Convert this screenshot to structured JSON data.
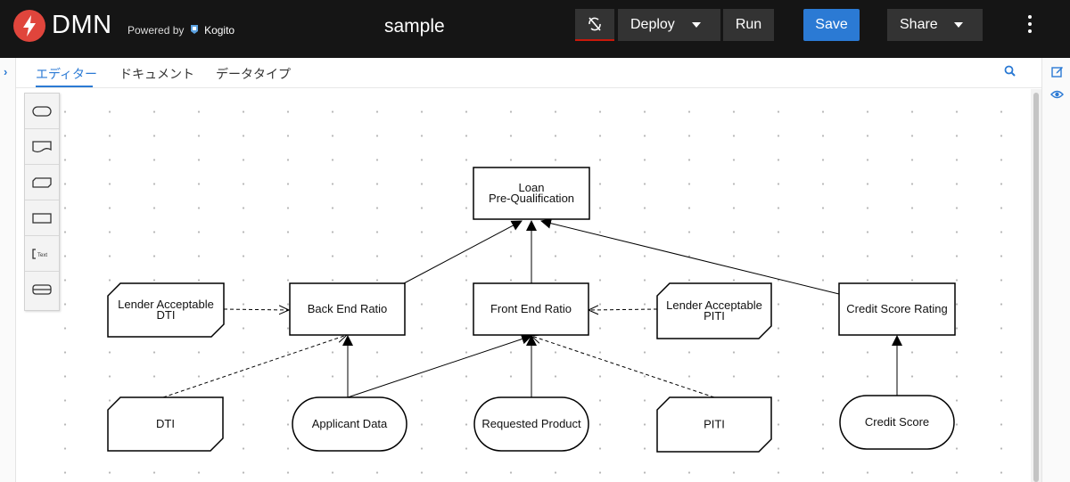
{
  "header": {
    "brand": "DMN",
    "powered_by": "Powered by",
    "kogito": "Kogito",
    "title": "sample",
    "deploy_label": "Deploy",
    "run_label": "Run",
    "save_label": "Save",
    "share_label": "Share"
  },
  "tabs": [
    {
      "label": "エディター",
      "active": true
    },
    {
      "label": "ドキュメント",
      "active": false
    },
    {
      "label": "データタイプ",
      "active": false
    }
  ],
  "palette": {
    "items": [
      "input-data",
      "knowledge-source",
      "business-knowledge-model",
      "decision",
      "text-annotation",
      "decision-service"
    ]
  },
  "diagram": {
    "nodes": [
      {
        "id": "loan",
        "type": "decision",
        "lines": [
          "Loan",
          "Pre-Qualification"
        ]
      },
      {
        "id": "back_end_ratio",
        "type": "decision",
        "lines": [
          "Back End Ratio"
        ]
      },
      {
        "id": "front_end_ratio",
        "type": "decision",
        "lines": [
          "Front End Ratio"
        ]
      },
      {
        "id": "credit_score_rating",
        "type": "decision",
        "lines": [
          "Credit Score Rating"
        ]
      },
      {
        "id": "lender_dti",
        "type": "knowledge-source",
        "lines": [
          "Lender Acceptable",
          "DTI"
        ]
      },
      {
        "id": "lender_piti",
        "type": "knowledge-source",
        "lines": [
          "Lender Acceptable",
          "PITI"
        ]
      },
      {
        "id": "dti",
        "type": "knowledge-source",
        "lines": [
          "DTI"
        ]
      },
      {
        "id": "piti",
        "type": "knowledge-source",
        "lines": [
          "PITI"
        ]
      },
      {
        "id": "applicant_data",
        "type": "input-data",
        "lines": [
          "Applicant Data"
        ]
      },
      {
        "id": "requested_product",
        "type": "input-data",
        "lines": [
          "Requested Product"
        ]
      },
      {
        "id": "credit_score",
        "type": "input-data",
        "lines": [
          "Credit Score"
        ]
      }
    ],
    "edges": [
      {
        "from": "back_end_ratio",
        "to": "loan",
        "kind": "information"
      },
      {
        "from": "front_end_ratio",
        "to": "loan",
        "kind": "information"
      },
      {
        "from": "credit_score_rating",
        "to": "loan",
        "kind": "information"
      },
      {
        "from": "lender_dti",
        "to": "back_end_ratio",
        "kind": "authority"
      },
      {
        "from": "lender_piti",
        "to": "front_end_ratio",
        "kind": "authority"
      },
      {
        "from": "dti",
        "to": "back_end_ratio",
        "kind": "authority"
      },
      {
        "from": "applicant_data",
        "to": "back_end_ratio",
        "kind": "information"
      },
      {
        "from": "applicant_data",
        "to": "front_end_ratio",
        "kind": "information"
      },
      {
        "from": "requested_product",
        "to": "front_end_ratio",
        "kind": "information"
      },
      {
        "from": "piti",
        "to": "front_end_ratio",
        "kind": "authority"
      },
      {
        "from": "credit_score",
        "to": "credit_score_rating",
        "kind": "information"
      }
    ]
  },
  "colors": {
    "header_bg": "#151515",
    "accent": "#2b7ad4",
    "logo_red": "#e0453c",
    "sync_indicator": "#c9190b"
  }
}
